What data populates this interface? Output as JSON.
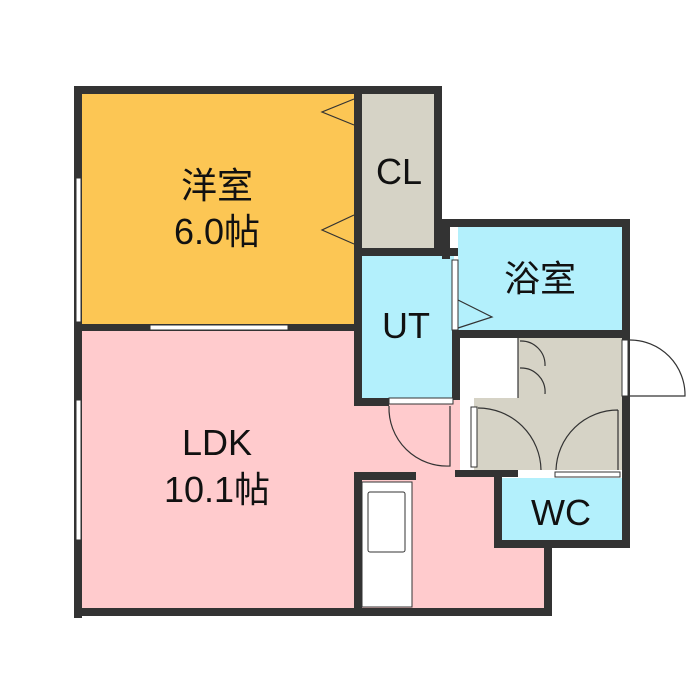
{
  "rooms": {
    "western": {
      "name": "洋室",
      "size": "6.0帖"
    },
    "closet": {
      "name": "CL"
    },
    "utility": {
      "name": "UT"
    },
    "bath": {
      "name": "浴室"
    },
    "ldk": {
      "name": "LDK",
      "size": "10.1帖"
    },
    "wc": {
      "name": "WC"
    }
  },
  "colors": {
    "western": "#FCC654",
    "ldk": "#FFCBCD",
    "wet": "#B3F0FC",
    "storage": "#D6D3C6",
    "wall": "#333333"
  }
}
